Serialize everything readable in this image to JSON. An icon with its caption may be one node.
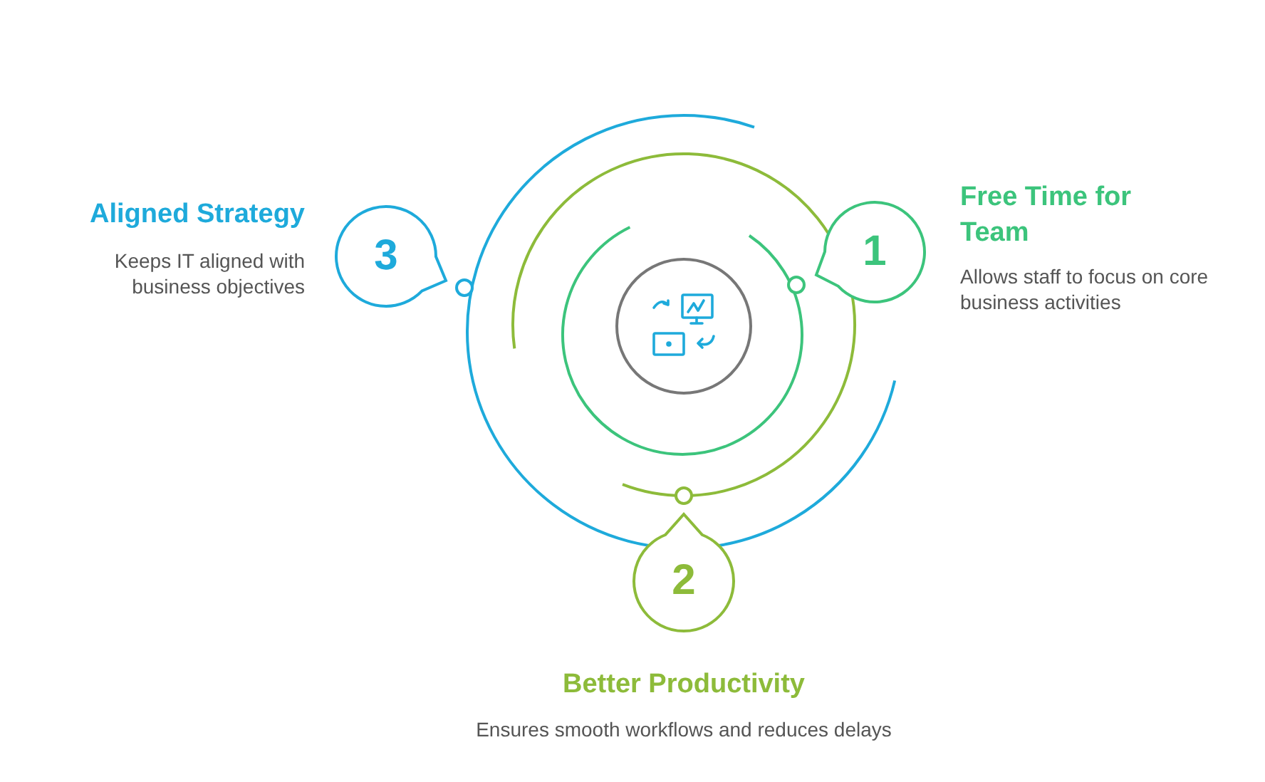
{
  "diagram": {
    "nodes": [
      {
        "text": [],
        "shape": "circle"
      },
      {
        "text": [
          "1"
        ],
        "beside": [
          "Free Time for Team",
          "Allows staff to focus on core business activities"
        ]
      },
      {
        "text": [
          "2"
        ],
        "beside": [
          "Better Productivity",
          "Ensures smooth workflows and reduces delays"
        ]
      },
      {
        "text": [
          "3"
        ],
        "beside": [
          "Aligned Strategy",
          "Keeps IT aligned with business objectives"
        ]
      }
    ]
  }
}
